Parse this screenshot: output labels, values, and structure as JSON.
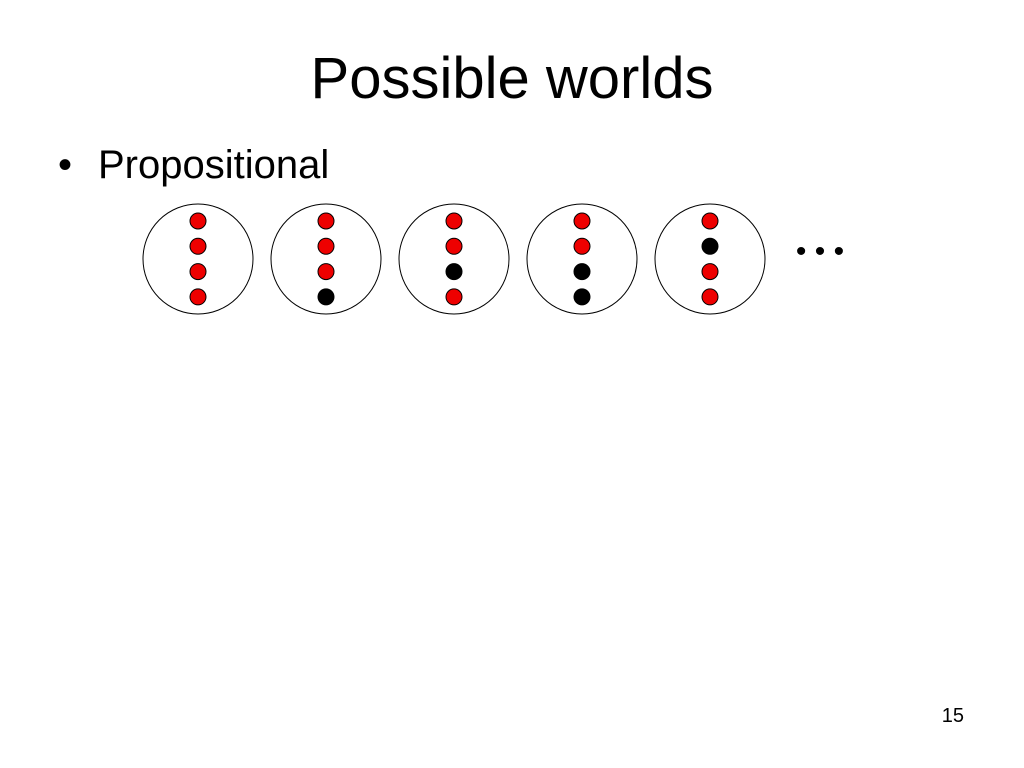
{
  "slide": {
    "title": "Possible worlds",
    "bullet_mark": "•",
    "bullet": "Propositional",
    "ellipsis": "• • •",
    "page_number": "15"
  },
  "colors": {
    "true_dot": "#ee0000",
    "false_dot": "#000000",
    "outline": "#000000"
  },
  "worlds": [
    [
      "red",
      "red",
      "red",
      "red"
    ],
    [
      "red",
      "red",
      "red",
      "black"
    ],
    [
      "red",
      "red",
      "black",
      "red"
    ],
    [
      "red",
      "red",
      "black",
      "black"
    ],
    [
      "red",
      "black",
      "red",
      "red"
    ]
  ]
}
